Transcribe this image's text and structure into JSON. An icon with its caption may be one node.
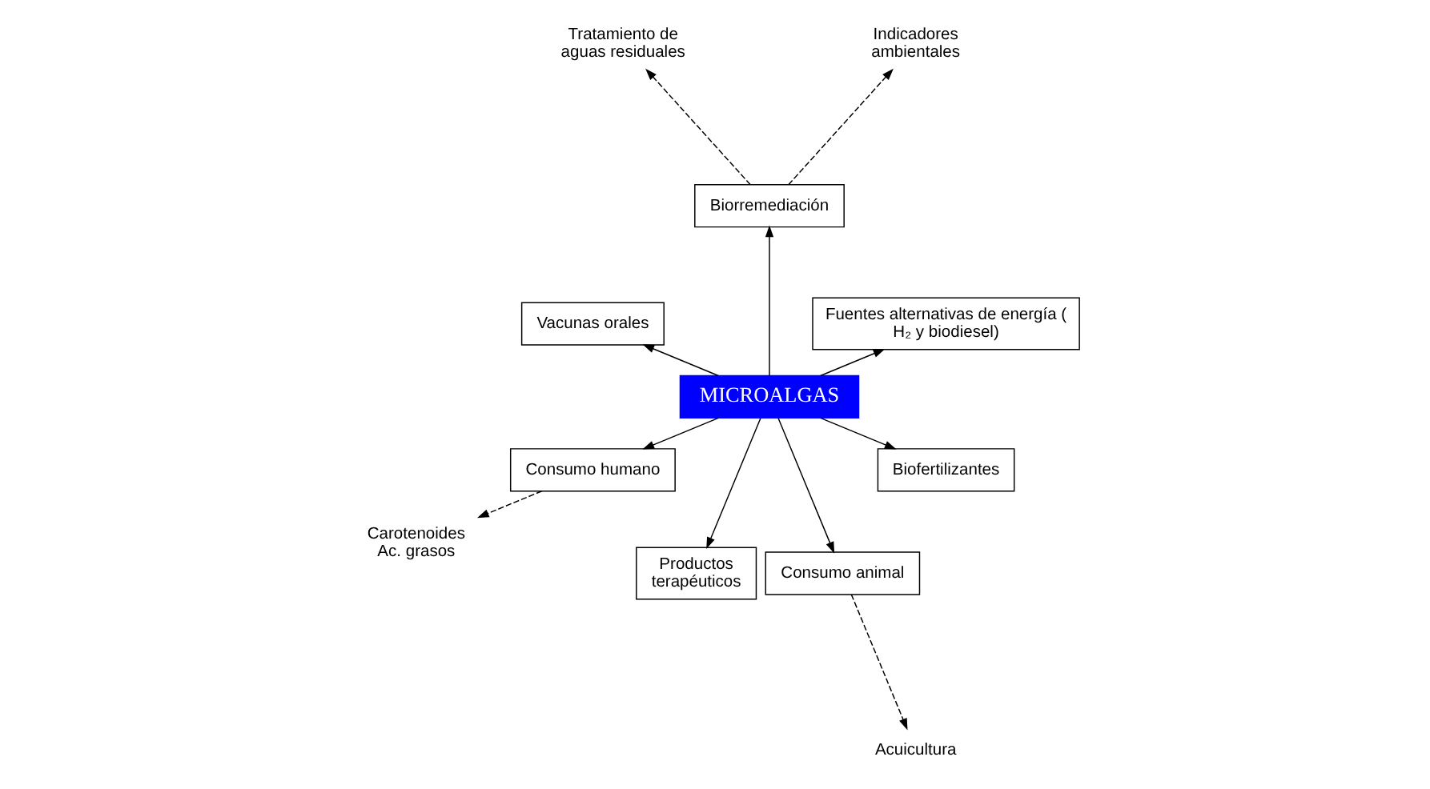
{
  "diagram": {
    "nodes": [
      {
        "text": [
          "MICROALGAS"
        ]
      },
      {
        "text": [
          "Fuentes alternativas de energía ( H₂ y biodiesel)"
        ]
      },
      {
        "text": [
          "Indicadores ambientales"
        ]
      },
      {
        "text": [
          "Biorremediación"
        ]
      },
      {
        "text": [
          "Tratamiento de aguas residuales"
        ]
      },
      {
        "text": [
          "Vacunas orales"
        ]
      },
      {
        "text": [
          "Consumo humano"
        ]
      },
      {
        "text": [
          "Carotenoides",
          "Ac. grasos"
        ]
      },
      {
        "text": [
          "Productos terapéuticos"
        ]
      },
      {
        "text": [
          "Consumo animal"
        ]
      },
      {
        "text": [
          "Biofertilizantes"
        ]
      },
      {
        "text": [
          "Acuicultura"
        ]
      }
    ],
    "edges": [
      {
        "from": 0,
        "to": 1,
        "arrow": "to"
      },
      {
        "from": 0,
        "to": 3,
        "arrow": "to"
      },
      {
        "from": 0,
        "to": 5,
        "arrow": "to"
      },
      {
        "from": 0,
        "to": 6,
        "arrow": "to"
      },
      {
        "from": 0,
        "to": 8,
        "arrow": "to"
      },
      {
        "from": 0,
        "to": 10,
        "arrow": "to"
      },
      {
        "from": 0,
        "to": 9,
        "arrow": "to"
      },
      {
        "from": 3,
        "to": 2,
        "arrow": "to",
        "style": "dashed"
      },
      {
        "from": 3,
        "to": 4,
        "arrow": "to",
        "style": "dashed"
      },
      {
        "from": 6,
        "to": 7,
        "arrow": "to",
        "style": "dashed"
      },
      {
        "from": 9,
        "to": 11,
        "arrow": "to",
        "style": "dashed"
      }
    ]
  }
}
